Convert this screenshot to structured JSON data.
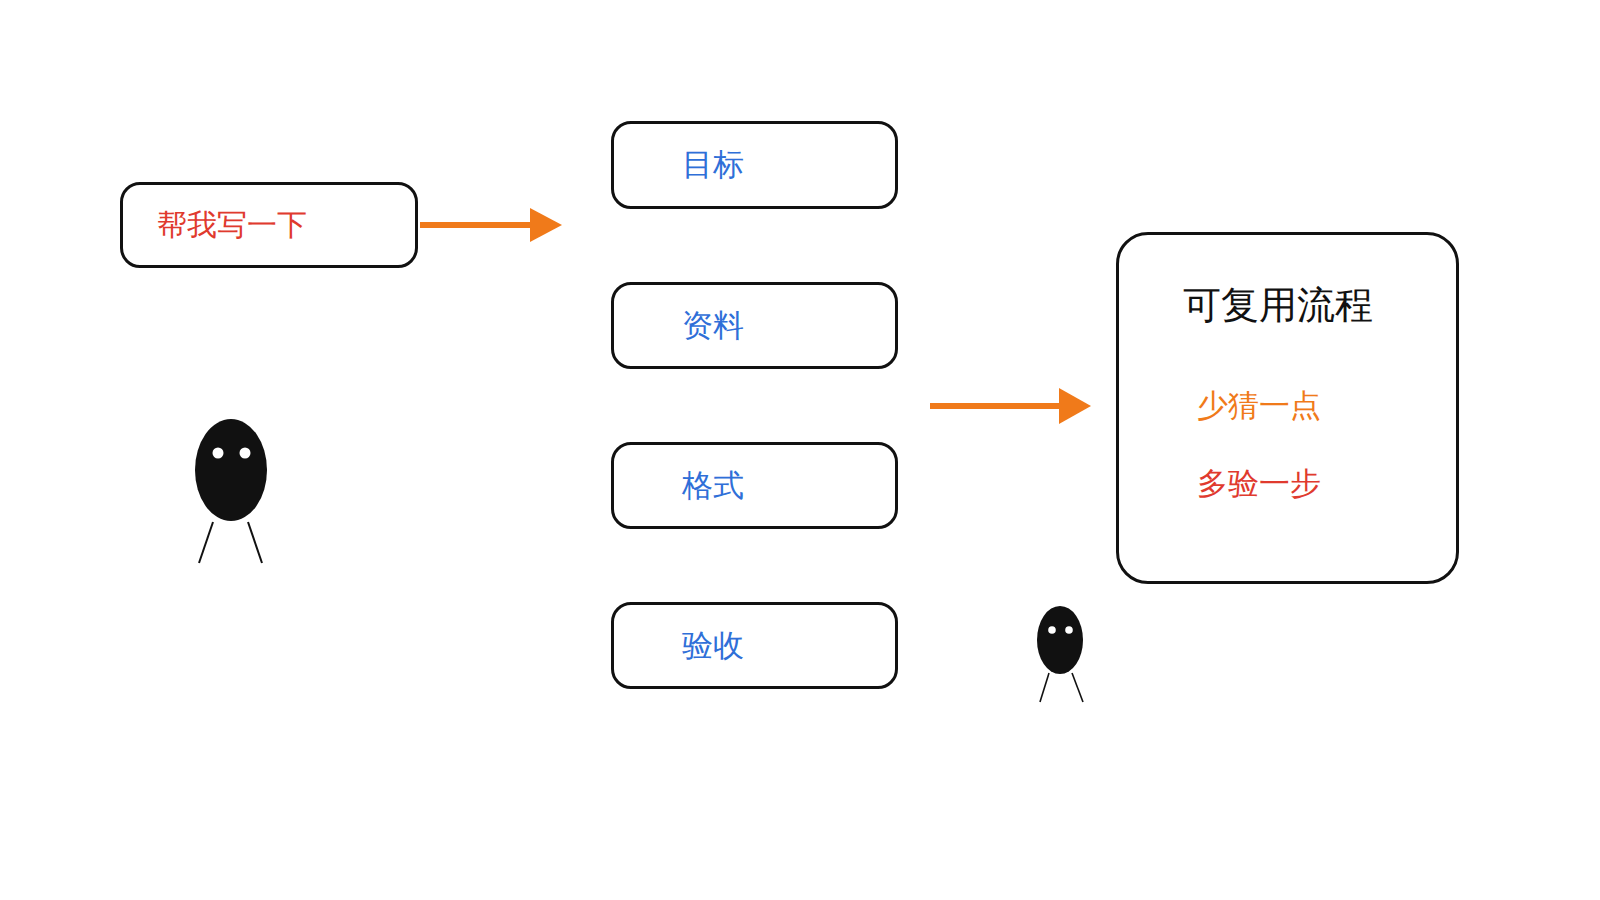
{
  "diagram": {
    "nodes": [
      {
        "text": [
          "帮我写一下"
        ]
      },
      {
        "text": [
          "目标"
        ]
      },
      {
        "text": [
          "资料"
        ]
      },
      {
        "text": [
          "格式"
        ]
      },
      {
        "text": [
          "验收"
        ]
      },
      {
        "text": [
          "可复用流程",
          "少猜一点",
          "多验一步"
        ]
      }
    ]
  }
}
